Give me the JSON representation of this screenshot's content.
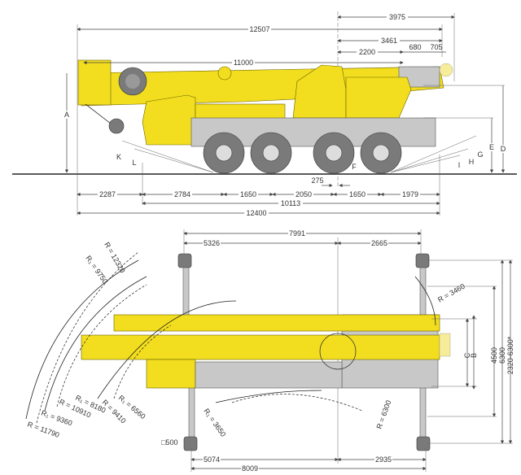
{
  "side_view": {
    "top_dims": {
      "d3975": "3975",
      "d12507": "12507",
      "d3461": "3461",
      "d2200": "2200",
      "d680": "680",
      "d705": "705",
      "d11000": "11000"
    },
    "bottom_dims": {
      "d2287": "2287",
      "d2784": "2784",
      "d1650a": "1650",
      "d2050": "2050",
      "d1650b": "1650",
      "d1979": "1979",
      "d10113": "10113",
      "d12400": "12400",
      "d275": "275"
    },
    "letters": {
      "A": "A",
      "D": "D",
      "E": "E",
      "F": "F",
      "G": "G",
      "H": "H",
      "I": "I",
      "K": "K",
      "L": "L"
    }
  },
  "top_view": {
    "dims": {
      "d7991": "7991",
      "d5326": "5326",
      "d2665": "2665",
      "d5074": "5074",
      "d2935": "2935",
      "d8009": "8009",
      "pad": "□500"
    },
    "right_dims": {
      "C": "C",
      "B": "B",
      "d4500": "4500",
      "d6300": "6300",
      "d2320": "2320-6300*"
    },
    "radii": {
      "r12320": "R = 12320",
      "r9750": "R₁ = 9750",
      "r3460": "R = 3460",
      "r11790": "R = 11790",
      "r9360": "R₁ = 9360",
      "r10910": "R = 10910",
      "r8180": "R₁ = 8180",
      "r9410": "R = 9410",
      "r6560": "R₁ = 6560",
      "r3650": "R₁ = 3650",
      "r6300": "R = 6300"
    }
  },
  "colors": {
    "crane_yellow": "#f2de1e",
    "chassis_gray": "#c8c8c8"
  }
}
